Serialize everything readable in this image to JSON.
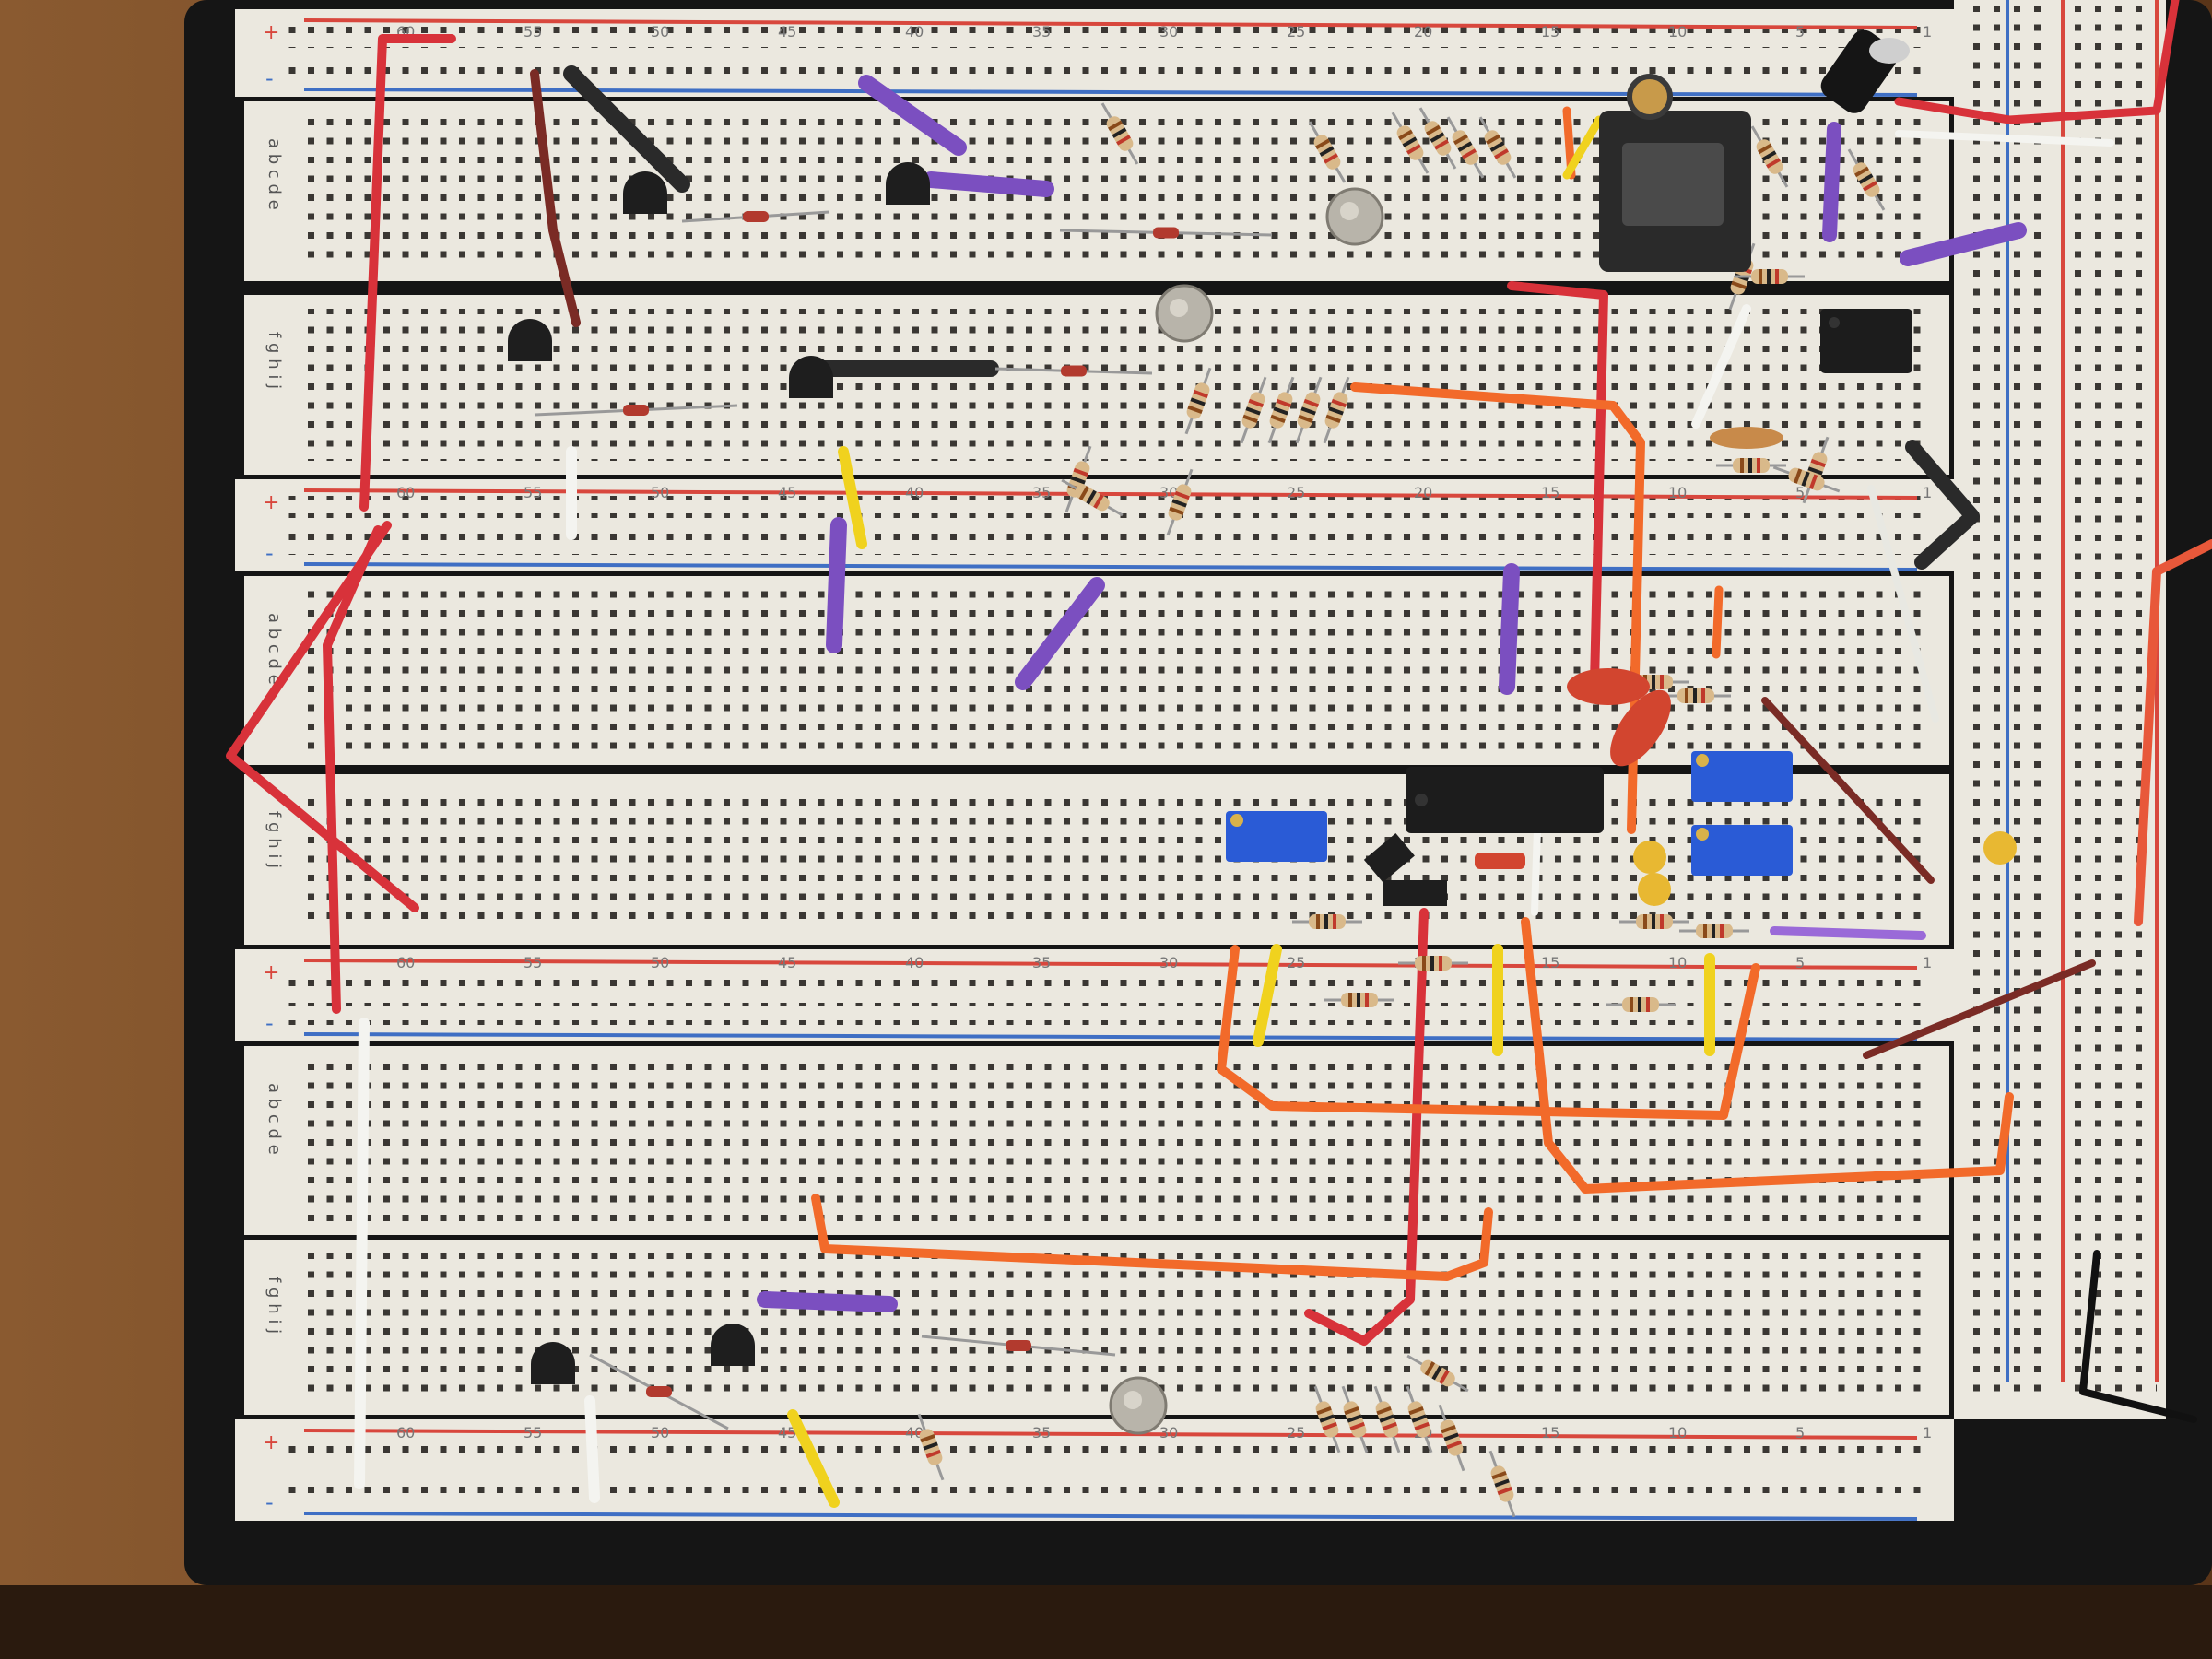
{
  "colors": {
    "table_wood": "#7a4e2a",
    "table_wood_dark": "#4e2f18",
    "base_plate": "#141414",
    "board": "#ebe8df",
    "hole": "#2f2d2a",
    "rail_red": "#d8473d",
    "rail_blue": "#3f6fc4",
    "wire_red": "#d8323a",
    "wire_orange": "#f26a2a",
    "wire_purple": "#7b4fc0",
    "wire_yellow": "#f0d21e",
    "wire_white": "#f4f4f0",
    "wire_black": "#2a2a2a",
    "wire_brown": "#7a2b25",
    "resistor_body": "#d9b98a",
    "trimmer_blue": "#2a5bd6",
    "ic_black": "#1c1c1c"
  },
  "labels": {
    "plus": "+",
    "minus": "-",
    "rows_top": "abcde",
    "rows_bottom": "fghij",
    "numbers": [
      "60",
      "55",
      "50",
      "45",
      "40",
      "35",
      "30",
      "25",
      "20",
      "15",
      "10",
      "5",
      "1"
    ]
  }
}
